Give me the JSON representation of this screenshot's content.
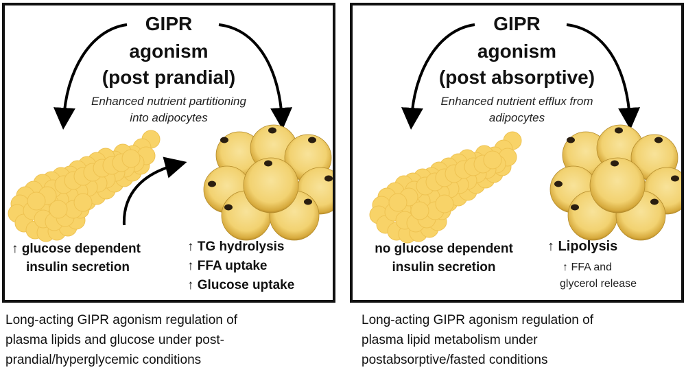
{
  "colors": {
    "border": "#111111",
    "pancreas_fill": "#f8d368",
    "pancreas_stroke": "#eec251",
    "adipocyte_light": "#f7e08f",
    "adipocyte_dark": "#c99a2b",
    "nucleus": "#2a1e10",
    "arrow": "#000000"
  },
  "panels": [
    {
      "id": "post-prandial",
      "title_line1": "GIPR",
      "title_line2": "agonism",
      "title_line3": "(post prandial)",
      "subtitle_line1": "Enhanced nutrient partitioning",
      "subtitle_line2": "into adipocytes",
      "pancreas_label_line1": "↑ glucose dependent",
      "pancreas_label_line2": "insulin secretion",
      "adipocyte_effects": [
        "↑ TG hydrolysis",
        "↑ FFA uptake",
        "↑ Glucose uptake"
      ],
      "caption_line1": "Long-acting GIPR agonism regulation of",
      "caption_line2": "plasma lipids and glucose under post-",
      "caption_line3": "prandial/hyperglycemic conditions"
    },
    {
      "id": "post-absorptive",
      "title_line1": "GIPR",
      "title_line2": "agonism",
      "title_line3": "(post absorptive)",
      "subtitle_line1": "Enhanced nutrient efflux from",
      "subtitle_line2": "adipocytes",
      "pancreas_label_line1": "no glucose dependent",
      "pancreas_label_line2": "insulin secretion",
      "adipocyte_effect_main": "↑ Lipolysis",
      "adipocyte_effect_sub_line1": "↑ FFA and",
      "adipocyte_effect_sub_line2": "glycerol release",
      "caption_line1": "Long-acting GIPR agonism regulation of",
      "caption_line2": "plasma lipid metabolism under",
      "caption_line3": "postabsorptive/fasted conditions"
    }
  ]
}
